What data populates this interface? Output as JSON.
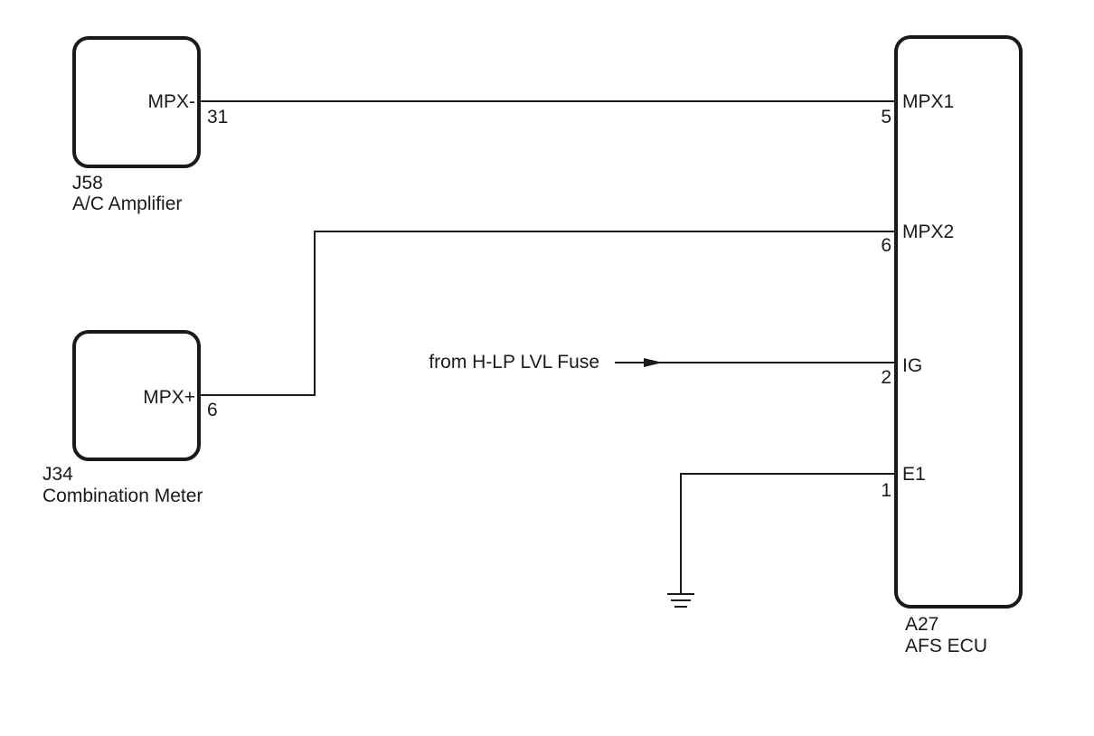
{
  "components": {
    "ac_amplifier": {
      "code": "J58",
      "name": "A/C Amplifier",
      "pin_label": "MPX-",
      "pin_number": "31"
    },
    "combination_meter": {
      "code": "J34",
      "name": "Combination Meter",
      "pin_label": "MPX+",
      "pin_number": "6"
    },
    "afs_ecu": {
      "code": "A27",
      "name": "AFS ECU",
      "pins": [
        {
          "label": "MPX1",
          "number": "5"
        },
        {
          "label": "MPX2",
          "number": "6"
        },
        {
          "label": "IG",
          "number": "2"
        },
        {
          "label": "E1",
          "number": "1"
        }
      ]
    }
  },
  "power_source": {
    "label": "from H-LP LVL Fuse"
  },
  "colors": {
    "line": "#1a1a1a",
    "background": "#ffffff"
  }
}
